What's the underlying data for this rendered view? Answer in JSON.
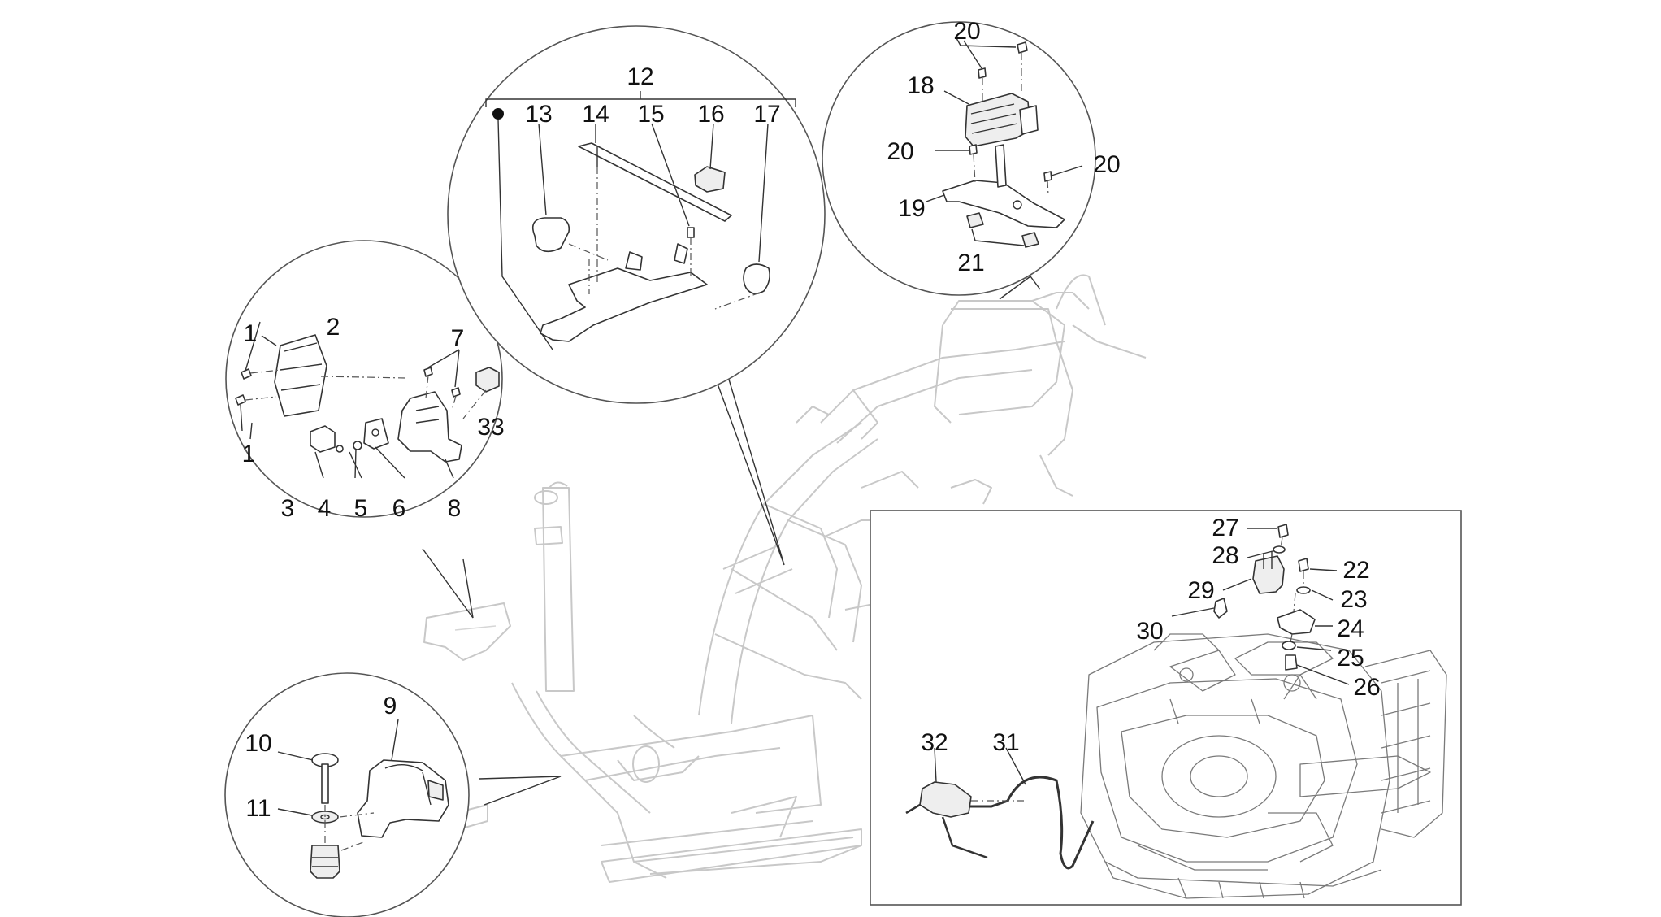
{
  "diagram": {
    "labels": {
      "p1a": "1",
      "p1b": "1",
      "p2": "2",
      "p3": "3",
      "p4": "4",
      "p5": "5",
      "p6": "6",
      "p7": "7",
      "p8": "8",
      "p9": "9",
      "p10": "10",
      "p11": "11",
      "p12": "12",
      "p13": "13",
      "p14": "14",
      "p15": "15",
      "p16": "16",
      "p17": "17",
      "p18": "18",
      "p19": "19",
      "p20a": "20",
      "p20b": "20",
      "p20c": "20",
      "p21": "21",
      "p22": "22",
      "p23": "23",
      "p24": "24",
      "p25": "25",
      "p26": "26",
      "p27": "27",
      "p28": "28",
      "p29": "29",
      "p30": "30",
      "p31": "31",
      "p32": "32",
      "p33": "33"
    }
  }
}
